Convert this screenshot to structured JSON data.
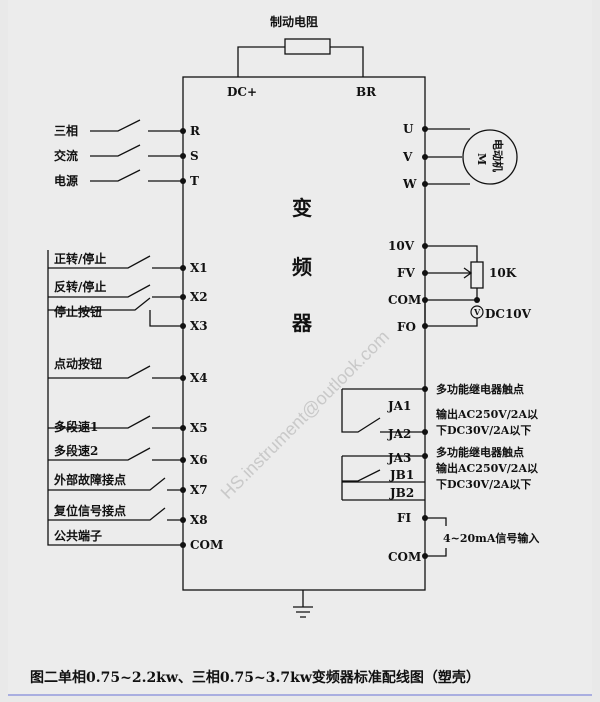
{
  "brake_resistor": "制动电阻",
  "top_terminals": {
    "dc_plus": "DC+",
    "br": "BR"
  },
  "inverter_label": [
    "变",
    "频",
    "器"
  ],
  "power_input": {
    "labels": [
      "三相",
      "交流",
      "电源"
    ],
    "terminals": [
      "R",
      "S",
      "T"
    ]
  },
  "inputs": [
    {
      "label": "正转/停止",
      "terminal": "X1"
    },
    {
      "label": "反转/停止",
      "terminal": "X2"
    },
    {
      "label": "停止按钮",
      "terminal": "X3"
    },
    {
      "label": "点动按钮",
      "terminal": "X4"
    },
    {
      "label": "多段速1",
      "terminal": "X5"
    },
    {
      "label": "多段速2",
      "terminal": "X6"
    },
    {
      "label": "外部故障接点",
      "terminal": "X7"
    },
    {
      "label": "复位信号接点",
      "terminal": "X8"
    },
    {
      "label": "公共端子",
      "terminal": "COM"
    }
  ],
  "motor": {
    "terminals": [
      "U",
      "V",
      "W"
    ],
    "label": "电动机",
    "symbol": "M"
  },
  "analog": {
    "terminals": [
      "10V",
      "FV",
      "COM",
      "FO"
    ],
    "pot": "10K",
    "meter": "DC10V",
    "meter_symbol": "V"
  },
  "relay1": {
    "terminals": [
      "JA1",
      "JA2"
    ],
    "line1": "多功能继电器触点",
    "line2": "输出AC250V/2A以",
    "line3": "下DC30V/2A以下"
  },
  "relay2": {
    "terminals": [
      "JA3",
      "JB1",
      "JB2"
    ],
    "line1": "多功能继电器触点",
    "line2": "输出AC250V/2A以",
    "line3": "下DC30V/2A以下"
  },
  "current_input": {
    "terminals": [
      "FI",
      "COM"
    ],
    "label": "4~20mA信号输入"
  },
  "watermark": "HS.instrument@outlook.com",
  "caption": "图二单相0.75~2.2kw、三相0.75~3.7kw变频器标准配线图（塑壳）"
}
